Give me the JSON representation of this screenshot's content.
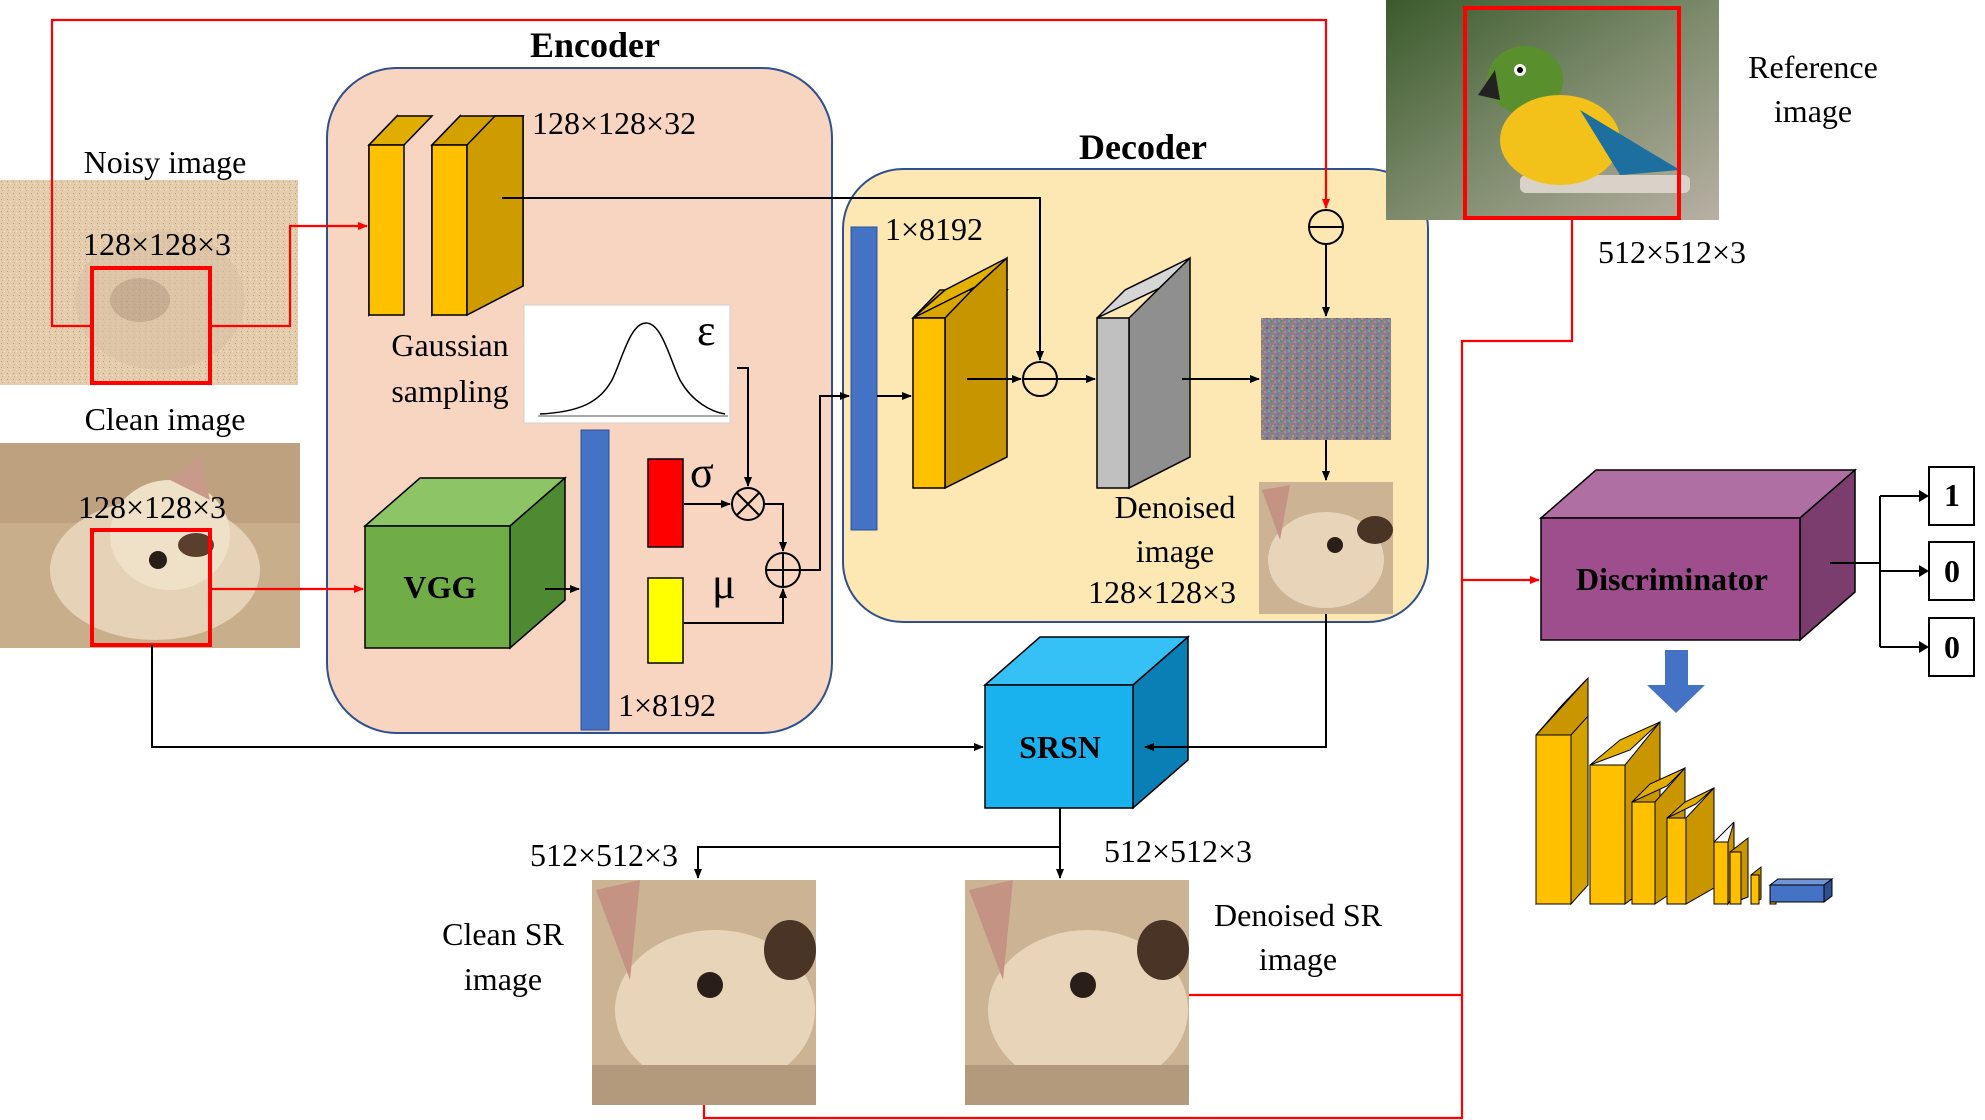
{
  "encoder": {
    "title": "Encoder",
    "conv_dim": "128×128×32",
    "latent_dim": "1×8192",
    "gaussian_label_line1": "Gaussian",
    "gaussian_label_line2": "sampling",
    "epsilon": "ε",
    "sigma": "σ",
    "mu": "μ",
    "vgg_label": "VGG"
  },
  "decoder": {
    "title": "Decoder",
    "latent_dim": "1×8192",
    "denoised_line1": "Denoised",
    "denoised_line2": "image",
    "denoised_dim": "128×128×3"
  },
  "inputs": {
    "noisy_label": "Noisy image",
    "noisy_dim": "128×128×3",
    "clean_label": "Clean image",
    "clean_dim": "128×128×3"
  },
  "reference": {
    "label_line1": "Reference",
    "label_line2": "image",
    "dim": "512×512×3"
  },
  "srsn": {
    "label": "SRSN"
  },
  "outputs": {
    "clean_sr_line1": "Clean SR",
    "clean_sr_line2": "image",
    "clean_sr_dim": "512×512×3",
    "denoised_sr_line1": "Denoised SR",
    "denoised_sr_line2": "image",
    "denoised_sr_dim": "512×512×3"
  },
  "discriminator": {
    "label": "Discriminator",
    "outputs": [
      "1",
      "0",
      "0"
    ]
  },
  "colors": {
    "encoder_bg": "#f8d5c0",
    "decoder_bg": "#fde8b4",
    "conv": "#ffc000",
    "vgg": "#70ad47",
    "srsn": "#1ab2ee",
    "discriminator": "#9e4d8d",
    "latent": "#4472c4",
    "sigma": "#ff0000",
    "mu": "#ffff00",
    "red_flow": "#ff0000"
  }
}
